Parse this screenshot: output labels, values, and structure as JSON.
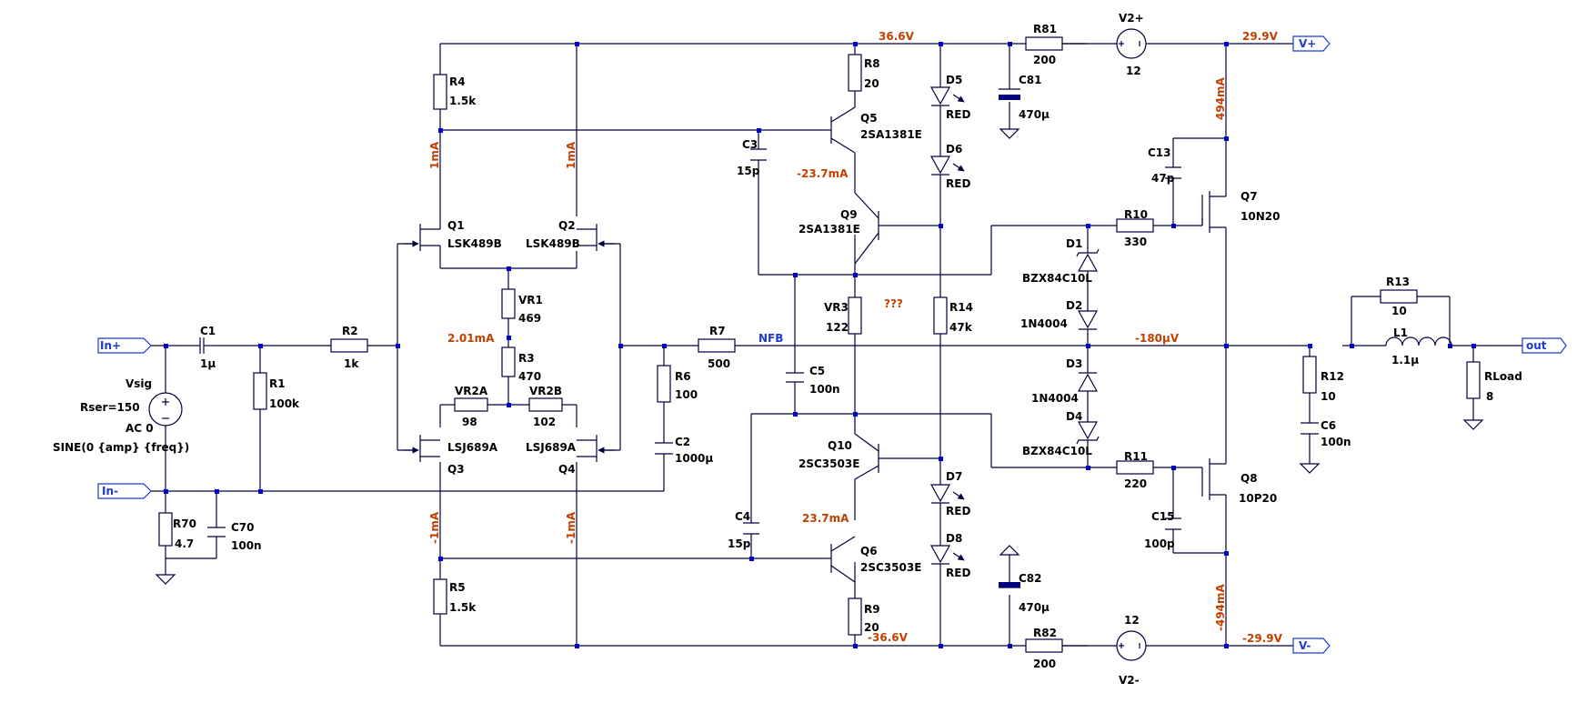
{
  "components": [
    {
      "id": "r4",
      "name": "R4",
      "value": "1.5k"
    },
    {
      "id": "r8",
      "name": "R8",
      "value": "20"
    },
    {
      "id": "r81",
      "name": "R81",
      "value": "200"
    },
    {
      "id": "v2p",
      "name": "V2+",
      "value": "12"
    },
    {
      "id": "d5",
      "name": "D5",
      "value": "RED"
    },
    {
      "id": "c81",
      "name": "C81",
      "value": "470µ"
    },
    {
      "id": "q5",
      "name": "Q5",
      "value": "2SA1381E"
    },
    {
      "id": "c3",
      "name": "C3",
      "value": "15p"
    },
    {
      "id": "d6",
      "name": "D6",
      "value": "RED"
    },
    {
      "id": "c13",
      "name": "C13",
      "value": "47p"
    },
    {
      "id": "q7",
      "name": "Q7",
      "value": "10N20"
    },
    {
      "id": "q9",
      "name": "Q9",
      "value": "2SA1381E"
    },
    {
      "id": "r10",
      "name": "R10",
      "value": "330"
    },
    {
      "id": "q1",
      "name": "Q1",
      "value": "LSK489B"
    },
    {
      "id": "q2",
      "name": "Q2",
      "value": "LSK489B"
    },
    {
      "id": "d1",
      "name": "D1",
      "value": "BZX84C10L"
    },
    {
      "id": "vr1",
      "name": "VR1",
      "value": "469"
    },
    {
      "id": "vr3",
      "name": "VR3",
      "value": "122"
    },
    {
      "id": "r14",
      "name": "R14",
      "value": "47k"
    },
    {
      "id": "r13",
      "name": "R13",
      "value": "10"
    },
    {
      "id": "d2",
      "name": "D2",
      "value": "1N4004"
    },
    {
      "id": "c1",
      "name": "C1",
      "value": "1µ"
    },
    {
      "id": "r2",
      "name": "R2",
      "value": "1k"
    },
    {
      "id": "r7",
      "name": "R7",
      "value": "500"
    },
    {
      "id": "l1",
      "name": "L1",
      "value": "1.1µ"
    },
    {
      "id": "r3",
      "name": "R3",
      "value": "470"
    },
    {
      "id": "r6",
      "name": "R6",
      "value": "100"
    },
    {
      "id": "d3",
      "name": "D3",
      "value": "1N4004"
    },
    {
      "id": "r12",
      "name": "R12",
      "value": "10"
    },
    {
      "id": "r1",
      "name": "R1",
      "value": "100k"
    },
    {
      "id": "c5",
      "name": "C5",
      "value": "100n"
    },
    {
      "id": "rload",
      "name": "RLoad",
      "value": "8"
    },
    {
      "id": "vr2a",
      "name": "VR2A",
      "value": "98"
    },
    {
      "id": "vr2b",
      "name": "VR2B",
      "value": "102"
    },
    {
      "id": "d4",
      "name": "D4",
      "value": "BZX84C10L"
    },
    {
      "id": "c6",
      "name": "C6",
      "value": "100n"
    },
    {
      "id": "c2",
      "name": "C2",
      "value": "1000µ"
    },
    {
      "id": "q10",
      "name": "Q10",
      "value": "2SC3503E"
    },
    {
      "id": "r11",
      "name": "R11",
      "value": "220"
    },
    {
      "id": "q3",
      "name": "Q3",
      "value": "LSJ689A"
    },
    {
      "id": "q4",
      "name": "Q4",
      "value": "LSJ689A"
    },
    {
      "id": "q8",
      "name": "Q8",
      "value": "10P20"
    },
    {
      "id": "d7",
      "name": "D7",
      "value": "RED"
    },
    {
      "id": "r70",
      "name": "R70",
      "value": "4.7"
    },
    {
      "id": "c70",
      "name": "C70",
      "value": "100n"
    },
    {
      "id": "c4",
      "name": "C4",
      "value": "15p"
    },
    {
      "id": "c15",
      "name": "C15",
      "value": "100p"
    },
    {
      "id": "d8",
      "name": "D8",
      "value": "RED"
    },
    {
      "id": "q6",
      "name": "Q6",
      "value": "2SC3503E"
    },
    {
      "id": "r5",
      "name": "R5",
      "value": "1.5k"
    },
    {
      "id": "r9",
      "name": "R9",
      "value": "20"
    },
    {
      "id": "c82",
      "name": "C82",
      "value": "470µ"
    },
    {
      "id": "r82",
      "name": "R82",
      "value": "200"
    },
    {
      "id": "v2m",
      "name": "V2-",
      "value": "12"
    }
  ],
  "vsig": {
    "name": "Vsig",
    "rser": "Rser=150",
    "ac": "AC 0",
    "sine": "SINE(0 {amp} {freq})"
  },
  "operating_points": {
    "v_top": "36.6V",
    "v_pos": "29.9V",
    "i_q7": "494mA",
    "i_q1": "1mA",
    "i_q2": "1mA",
    "i_q5": "-23.7mA",
    "i_vr1": "2.01mA",
    "v_out": "-180µV",
    "i_q6": "23.7mA",
    "i_q3": "-1mA",
    "i_q4": "-1mA",
    "i_q8": "-494mA",
    "v_bot": "-36.6V",
    "v_neg": "-29.9V"
  },
  "annotations": {
    "unknown": "???"
  },
  "nets": {
    "nfb": "NFB",
    "in_plus": "In+",
    "in_minus": "In-",
    "out": "out",
    "v_plus": "V+",
    "v_minus": "V-"
  },
  "colors": {
    "wire": "#000040",
    "junction": "#0000cc",
    "op_text": "#c04000",
    "net_text": "#1e3ad6"
  }
}
